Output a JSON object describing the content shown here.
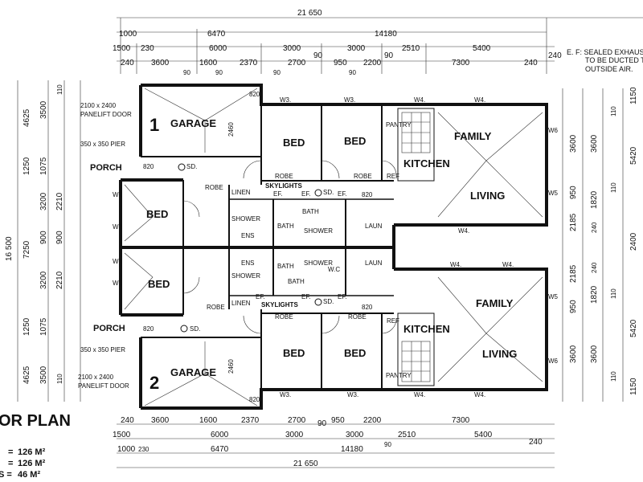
{
  "notes": {
    "exhaust_line1": "E. F:  SEALED EXHAUS",
    "exhaust_line2": "TO BE DUCTED T",
    "exhaust_line3": "OUTSIDE AIR.",
    "door_spec_1a": "2100 x 2400",
    "door_spec_1b": "PANELIFT DOOR",
    "pier_1": "350 x 350 PIER",
    "door_spec_2a": "2100 x 2400",
    "door_spec_2b": "PANELIFT DOOR",
    "pier_2": "350 x 350 PIER"
  },
  "title": "OR PLAN",
  "areas": [
    {
      "label": "=",
      "value": "126 M²"
    },
    {
      "label": "=",
      "value": "126 M²"
    },
    {
      "label": "S =",
      "value": "46 M²"
    }
  ],
  "units": {
    "u1": {
      "number": "1",
      "garage": "GARAGE",
      "bed1": "BED",
      "bed2": "BED",
      "bed3": "BED",
      "family": "FAMILY",
      "kitchen": "KITCHEN",
      "living": "LIVING",
      "porch": "PORCH",
      "skylights": "SKYLIGHTS"
    },
    "u2": {
      "number": "2",
      "garage": "GARAGE",
      "bed1": "BED",
      "bed2": "BED",
      "bed3": "BED",
      "family": "FAMILY",
      "kitchen": "KITCHEN",
      "living": "LIVING",
      "porch": "PORCH",
      "skylights": "SKYLIGHTS"
    }
  },
  "small_labels": {
    "robe": "ROBE",
    "linen": "LINEN",
    "ens": "ENS",
    "shower": "SHOWER",
    "bath": "BATH",
    "wc": "W.C",
    "laun": "LAUN",
    "pantry": "PANTRY",
    "ref": "REF",
    "sd": "SD.",
    "ef": "EF.",
    "w3": "W3.",
    "w4": "W4.",
    "w5": "W5",
    "w6": "W6",
    "w1": "W1",
    "w2": "W2",
    "dim_820": "820",
    "dim_2460": "2460"
  },
  "dims": {
    "top_total": "21 650",
    "top_r2": [
      "1000",
      "6470",
      "14180"
    ],
    "top_r3": [
      "1500",
      "230",
      "6000",
      "3000",
      "3000",
      "2510",
      "5400",
      "240"
    ],
    "top_r4": [
      "240",
      "3600",
      "1600",
      "2370",
      "2700",
      "90",
      "950",
      "2200",
      "90",
      "7300",
      "240"
    ],
    "top_r4_small": [
      "90",
      "90",
      "90",
      "90"
    ],
    "bot_r1": [
      "240",
      "3600",
      "1600",
      "2370",
      "2700",
      "90",
      "950",
      "2200",
      "7300"
    ],
    "bot_r2": [
      "1500",
      "6000",
      "3000",
      "3000",
      "2510",
      "5400",
      "240"
    ],
    "bot_r3": [
      "1000",
      "230",
      "6470",
      "14180",
      "90"
    ],
    "bot_total": "21 650",
    "left_total": "16 500",
    "left_outer": [
      "4625",
      "1250",
      "7250",
      "1250",
      "4625"
    ],
    "left_inner": [
      "3500",
      "1075",
      "3200",
      "900",
      "3200",
      "1075",
      "3500"
    ],
    "left_inner2": [
      "110",
      "2210",
      "900",
      "2210",
      "110"
    ],
    "right_outer": [
      "1150",
      "5420",
      "2400",
      "5420",
      "1150"
    ],
    "right_mid": [
      "3600",
      "950",
      "2185",
      "2185",
      "950",
      "3600"
    ],
    "right_inner": [
      "3600",
      "1820",
      "240",
      "240",
      "1820",
      "3600"
    ],
    "right_small": [
      "110",
      "110",
      "110",
      "110"
    ]
  }
}
